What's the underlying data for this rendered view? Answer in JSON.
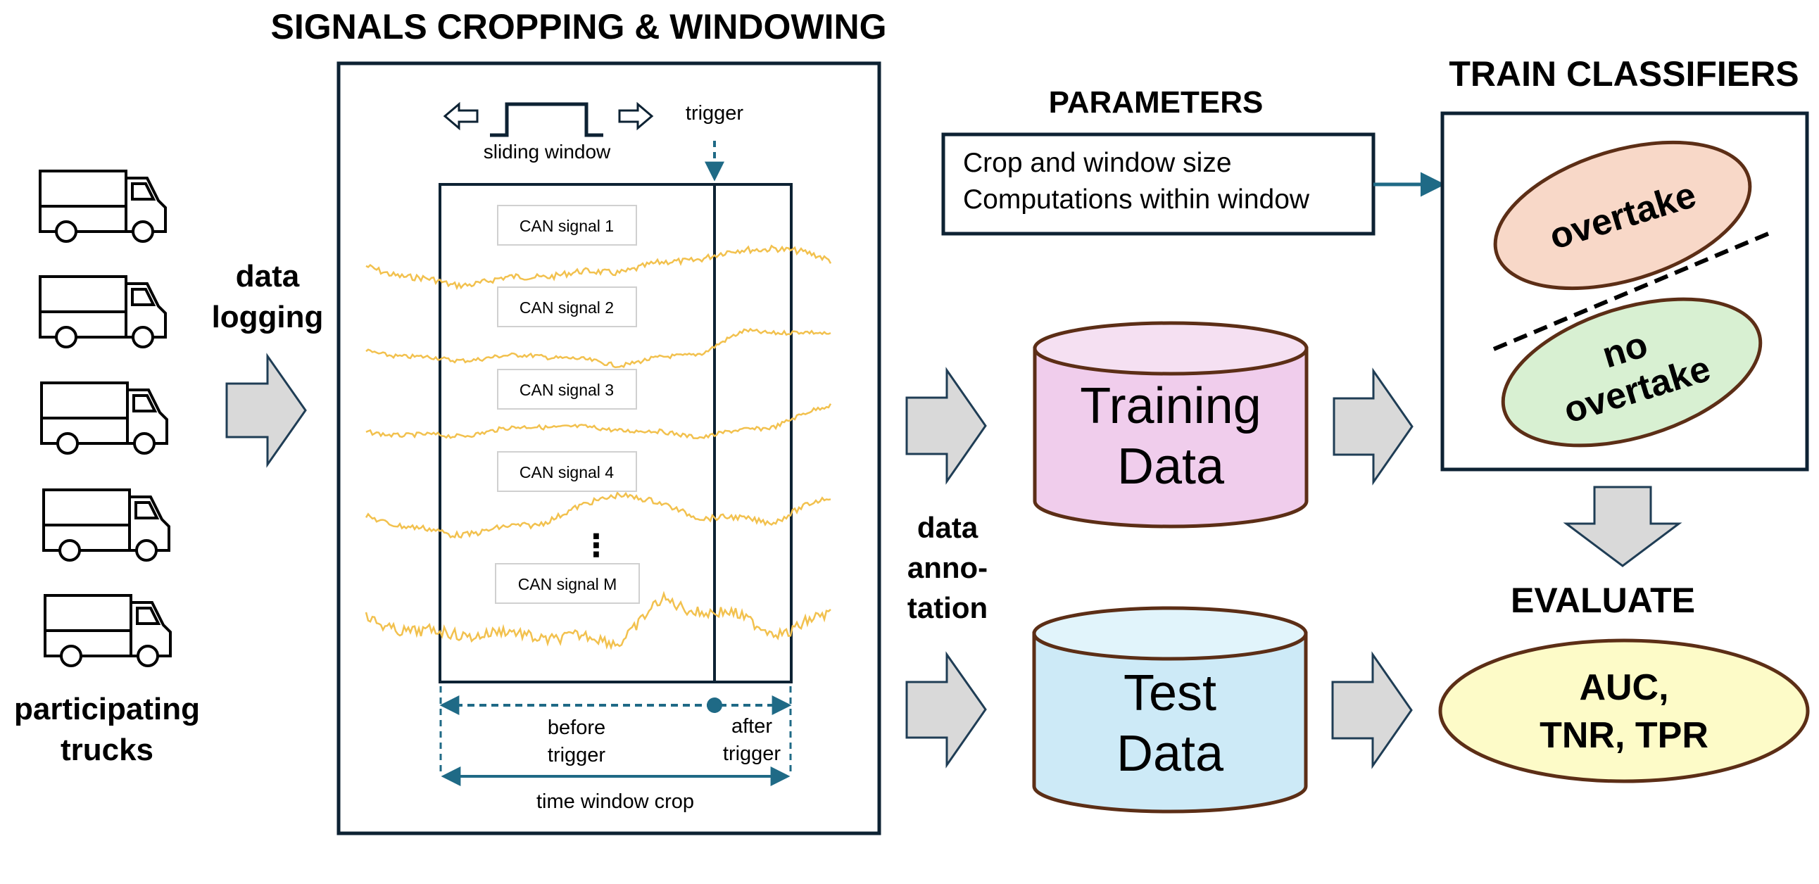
{
  "titles": {
    "cropping": "SIGNALS CROPPING & WINDOWING",
    "parameters": "PARAMETERS",
    "train": "TRAIN CLASSIFIERS",
    "evaluate": "EVALUATE"
  },
  "trucks": {
    "label_line1": "participating",
    "label_line2": "trucks",
    "count": 5
  },
  "logging": {
    "line1": "data",
    "line2": "logging"
  },
  "window_panel": {
    "sliding_window": "sliding window",
    "trigger": "trigger",
    "signals": [
      "CAN signal 1",
      "CAN signal 2",
      "CAN signal 3",
      "CAN signal 4",
      "CAN signal M"
    ],
    "ellipsis": "⋮",
    "before_line1": "before",
    "before_line2": "trigger",
    "after_line1": "after",
    "after_line2": "trigger",
    "time_window": "time window crop"
  },
  "parameters": {
    "line1": "Crop and window size",
    "line2": "Computations within window"
  },
  "annotation": {
    "line1": "data",
    "line2": "anno-",
    "line3": "tation"
  },
  "datasets": {
    "training_line1": "Training",
    "training_line2": "Data",
    "test_line1": "Test",
    "test_line2": "Data"
  },
  "classes": {
    "positive": "overtake",
    "negative_line1": "no",
    "negative_line2": "overtake"
  },
  "metrics": {
    "line1": "AUC,",
    "line2": "TNR, TPR"
  },
  "colors": {
    "frame": "#0d2233",
    "arrow_fill": "#d9d9d9",
    "arrow_stroke": "#1f3d55",
    "teal": "#1f6a86",
    "signal": "#f2c14e",
    "training": "#f0cdec",
    "training_top": "#f5e0f2",
    "test": "#cdeaf7",
    "test_top": "#e1f4fb",
    "overtake": "#f8d8c8",
    "no_overtake": "#d8f0d2",
    "metrics": "#fdfbc8",
    "brown": "#5c2e16"
  }
}
